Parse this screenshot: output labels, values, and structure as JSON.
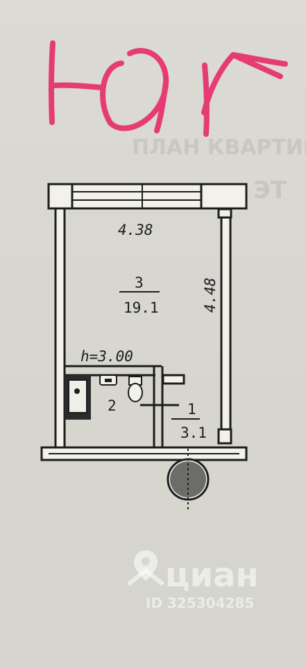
{
  "handwritten_note": "ЮГ",
  "plan": {
    "ceiling_height": "h=3.00",
    "width_dimension": "4.38",
    "length_dimension": "4.48",
    "rooms": [
      {
        "number": "3",
        "area": "19.1"
      },
      {
        "number": "2",
        "area": ""
      },
      {
        "number": "1",
        "area": "3.1"
      }
    ]
  },
  "watermark": {
    "brand": "циан",
    "listing_id": "ID 325304285"
  },
  "colors": {
    "handwriting": "#e63c74",
    "lines": "#1d1d1d",
    "background": "#d9d8d2",
    "door_circle": "#6c6c6a"
  }
}
